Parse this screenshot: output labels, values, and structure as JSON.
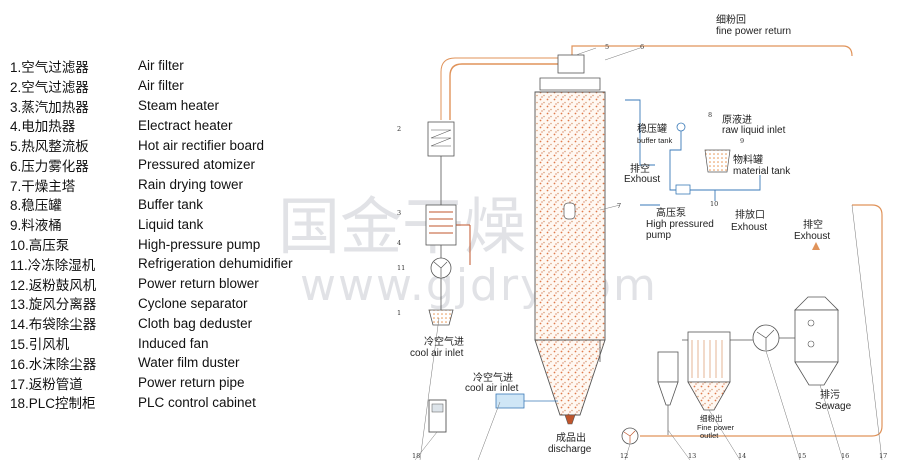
{
  "legend": [
    {
      "num": "1.",
      "cn": "空气过滤器",
      "en": "Air filter"
    },
    {
      "num": "2.",
      "cn": "空气过滤器",
      "en": "Air filter"
    },
    {
      "num": "3.",
      "cn": "蒸汽加热器",
      "en": "Steam heater"
    },
    {
      "num": "4.",
      "cn": "电加热器",
      "en": "Electract heater"
    },
    {
      "num": "5.",
      "cn": "热风整流板",
      "en": "Hot air rectifier board"
    },
    {
      "num": "6.",
      "cn": "压力雾化器",
      "en": "Pressured atomizer"
    },
    {
      "num": "7.",
      "cn": "干燥主塔",
      "en": "Rain drying tower"
    },
    {
      "num": "8.",
      "cn": "稳压罐",
      "en": "Buffer tank"
    },
    {
      "num": "9.",
      "cn": "料液桶",
      "en": "Liquid tank"
    },
    {
      "num": "10.",
      "cn": "高压泵",
      "en": "High-pressure pump"
    },
    {
      "num": "11.",
      "cn": "冷冻除湿机",
      "en": "Refrigeration dehumidifier"
    },
    {
      "num": "12.",
      "cn": "返粉鼓风机",
      "en": "Power return blower"
    },
    {
      "num": "13.",
      "cn": "旋风分离器",
      "en": "Cyclone separator"
    },
    {
      "num": "14.",
      "cn": "布袋除尘器",
      "en": "Cloth bag deduster"
    },
    {
      "num": "15.",
      "cn": "引风机",
      "en": "Induced fan"
    },
    {
      "num": "16.",
      "cn": "水沫除尘器",
      "en": "Water  film duster"
    },
    {
      "num": "17.",
      "cn": "返粉管道",
      "en": "Power return pipe"
    },
    {
      "num": "18.",
      "cn": "PLC控制柜",
      "en": "PLC control cabinet"
    }
  ],
  "labels": {
    "fine_return_cn": "细粉回",
    "fine_return_en": "fine power return",
    "buffer_cn": "稳压罐",
    "buffer_en": "buffer tank",
    "raw_cn": "原液进",
    "raw_en": "raw liquid inlet",
    "material_cn": "物料罐",
    "material_en": "material tank",
    "exhaust1_cn": "排空",
    "exhaust1_en": "Exhoust",
    "hpp_cn": "高压泵",
    "hpp_en1": "High pressured",
    "hpp_en2": "pump",
    "drain_cn": "排放口",
    "drain_en": "Exhoust",
    "exhaust2_cn": "排空",
    "exhaust2_en": "Exhoust",
    "cool1_cn": "冷空气进",
    "cool1_en": "cool air inlet",
    "cool2_cn": "冷空气进",
    "cool2_en": "cool air inlet",
    "discharge_cn": "成品出",
    "discharge_en": "discharge",
    "fine_out_cn": "细粉出",
    "fine_out_en1": "Fine power",
    "fine_out_en2": "outlet",
    "sewage_cn": "排污",
    "sewage_en": "Sewage"
  },
  "watermark": {
    "cn": "国金干燥",
    "url": "www.gjdry.com"
  },
  "callouts": [
    "1",
    "2",
    "3",
    "4",
    "5",
    "6",
    "7",
    "8",
    "9",
    "10",
    "11",
    "12",
    "13",
    "14",
    "15",
    "16",
    "17",
    "18"
  ]
}
